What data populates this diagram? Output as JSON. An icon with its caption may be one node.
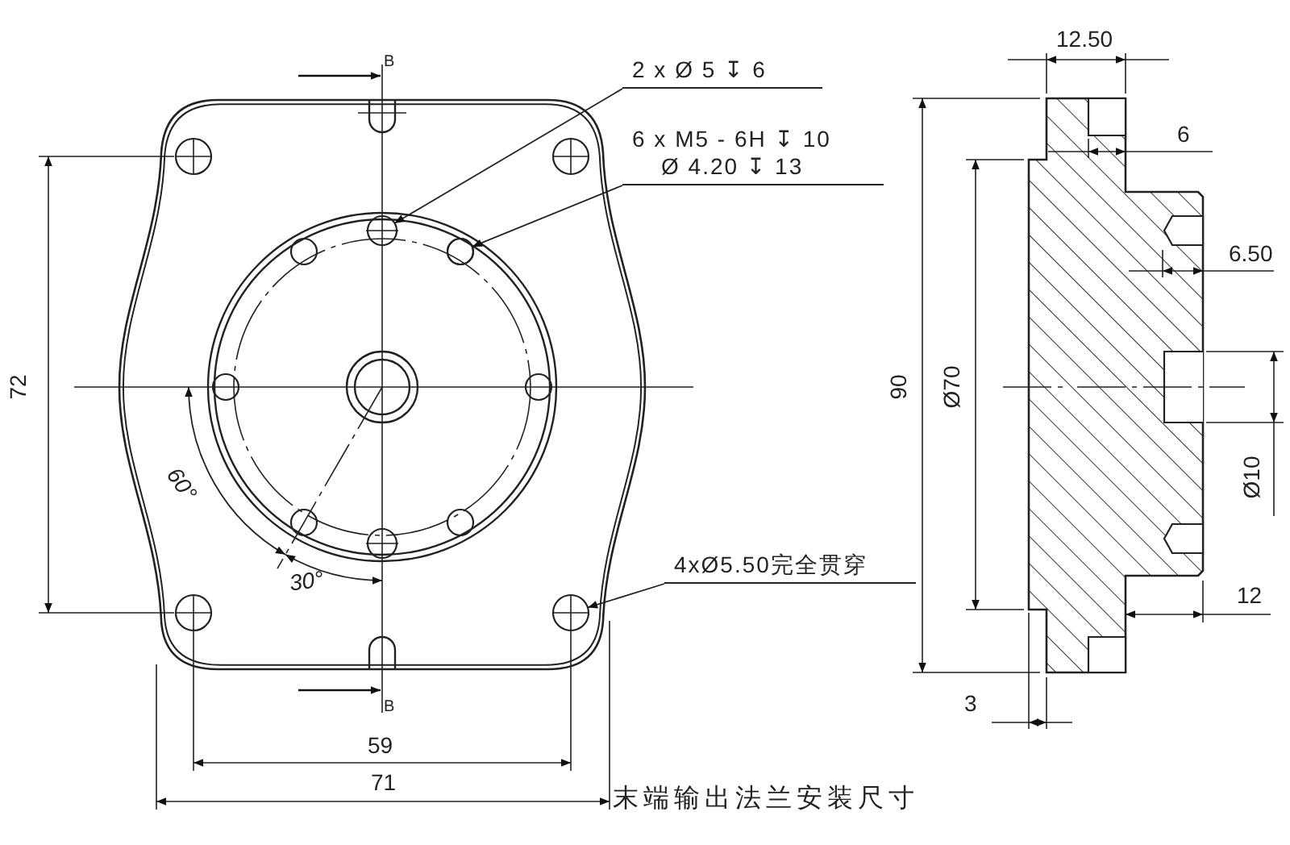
{
  "diagram": {
    "caption": "末端输出法兰安装尺寸",
    "nodes": [
      {
        "text": [
          "2 x Ø 5 ↧ 6"
        ]
      },
      {
        "text": [],
        "shape": "circle"
      },
      {
        "text": [
          "6 x M5 - 6H ↧ 10",
          "Ø 4.20 ↧ 13"
        ]
      },
      {
        "text": [],
        "shape": "circle"
      },
      {
        "text": [
          "4xØ5.50完全贯穿"
        ]
      },
      {
        "text": [],
        "shape": "circle"
      }
    ],
    "edges": [
      {
        "from": 0,
        "to": 1,
        "arrow": "to"
      },
      {
        "from": 2,
        "to": 3,
        "arrow": "to"
      },
      {
        "from": 4,
        "to": 5,
        "arrow": "to"
      }
    ],
    "labels": [
      "B",
      "12.50",
      "6",
      "6.50",
      "72",
      "90",
      "Ø70",
      "60°",
      "Ø10",
      "30°",
      "12",
      "B",
      "3",
      "59",
      "71"
    ]
  }
}
